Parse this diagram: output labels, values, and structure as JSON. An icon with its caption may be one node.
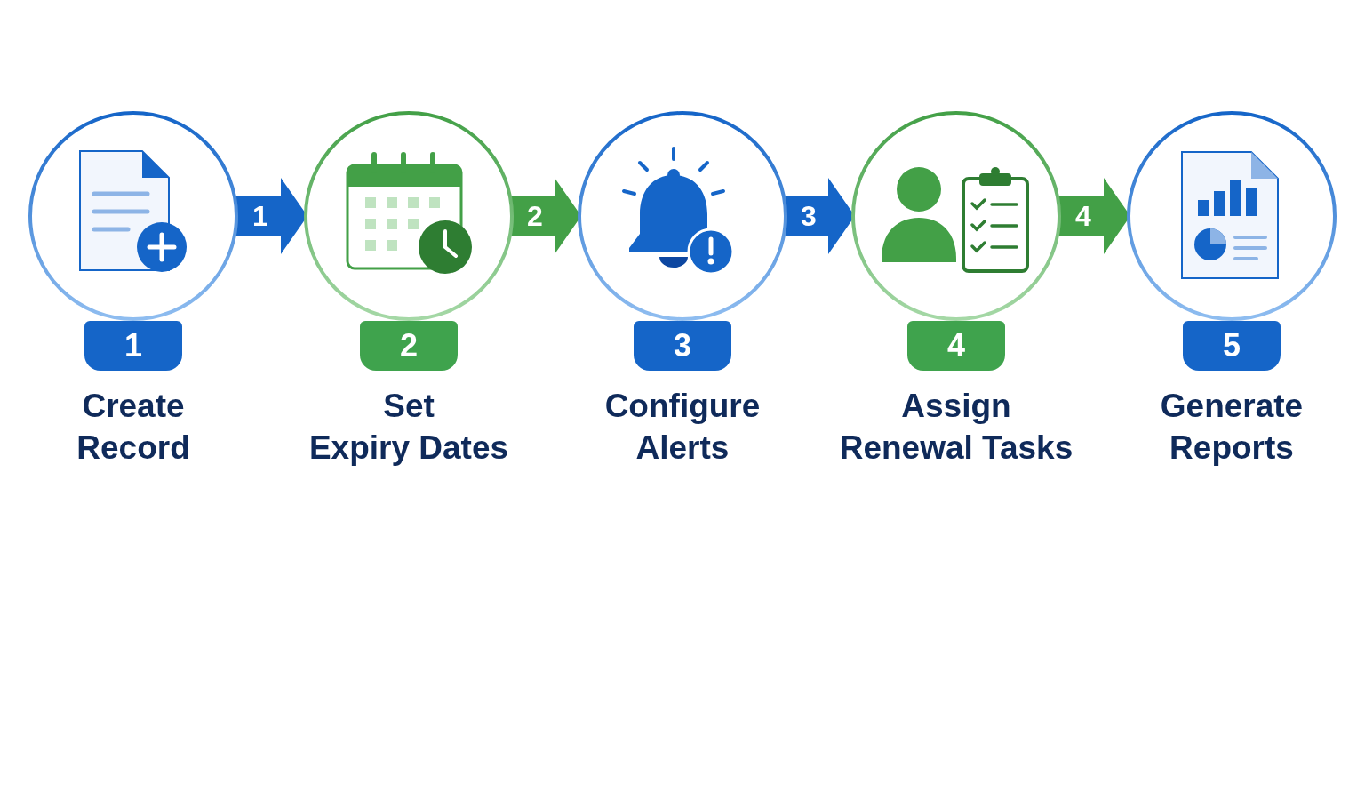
{
  "diagram": {
    "nodes": [
      {
        "text": [
          "1",
          "Create Record"
        ]
      },
      {
        "text": [
          "2",
          "Set Expiry Dates"
        ]
      },
      {
        "text": [
          "3",
          "Configure Alerts"
        ]
      },
      {
        "text": [
          "4",
          "Assign Renewal Tasks"
        ]
      },
      {
        "text": [
          "5",
          "Generate Reports"
        ]
      }
    ],
    "edges": [
      {
        "from": 0,
        "to": 1,
        "arrow": "to",
        "label": "1",
        "color": "#1565c8"
      },
      {
        "from": 1,
        "to": 2,
        "arrow": "to",
        "label": "2",
        "color": "#43a047"
      },
      {
        "from": 2,
        "to": 3,
        "arrow": "to",
        "label": "3",
        "color": "#1565c8"
      },
      {
        "from": 3,
        "to": 4,
        "arrow": "to",
        "label": "4",
        "color": "#43a047"
      }
    ]
  }
}
